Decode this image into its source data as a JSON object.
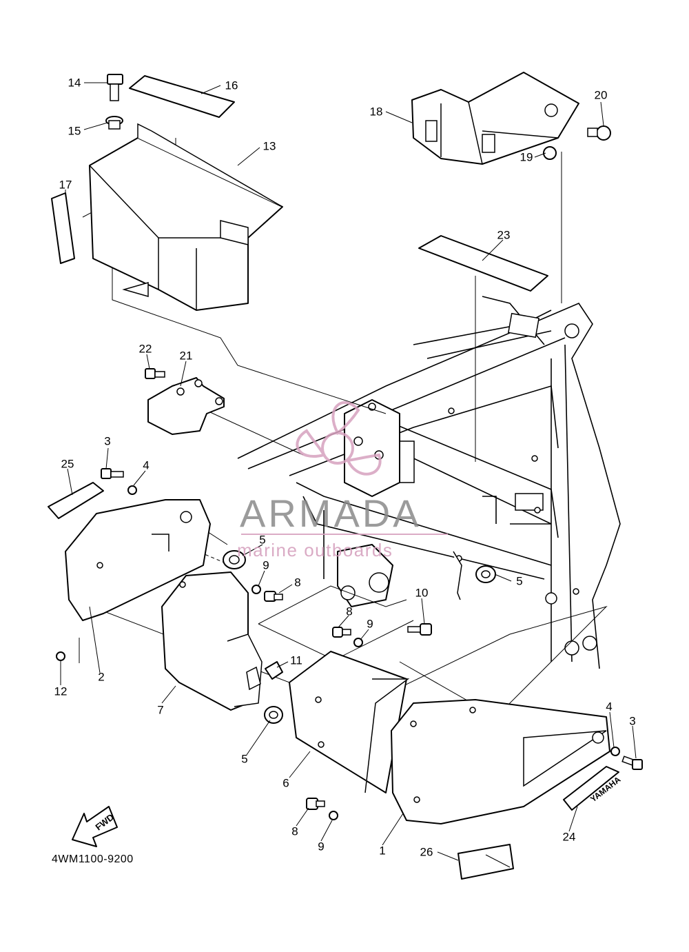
{
  "diagram": {
    "code": "4WM1100-9200",
    "fwd_label": "FWD",
    "emblem_text": "YAMAHA",
    "watermark": {
      "brand": "ARMADA",
      "tagline": "marine outboards",
      "brand_color": "#8a8a8a",
      "accent_color": "#d7a2bf"
    },
    "callouts": [
      {
        "id": "c14",
        "label": "14"
      },
      {
        "id": "c16",
        "label": "16"
      },
      {
        "id": "c15",
        "label": "15"
      },
      {
        "id": "c13",
        "label": "13"
      },
      {
        "id": "c17",
        "label": "17"
      },
      {
        "id": "c18",
        "label": "18"
      },
      {
        "id": "c20",
        "label": "20"
      },
      {
        "id": "c19",
        "label": "19"
      },
      {
        "id": "c23",
        "label": "23"
      },
      {
        "id": "c22",
        "label": "22"
      },
      {
        "id": "c21",
        "label": "21"
      },
      {
        "id": "c3a",
        "label": "3"
      },
      {
        "id": "c25",
        "label": "25"
      },
      {
        "id": "c4a",
        "label": "4"
      },
      {
        "id": "c5a",
        "label": "5"
      },
      {
        "id": "c9a",
        "label": "9"
      },
      {
        "id": "c8a",
        "label": "8"
      },
      {
        "id": "c5b",
        "label": "5"
      },
      {
        "id": "c10",
        "label": "10"
      },
      {
        "id": "c8b",
        "label": "8"
      },
      {
        "id": "c9b",
        "label": "9"
      },
      {
        "id": "c11",
        "label": "11"
      },
      {
        "id": "c12",
        "label": "12"
      },
      {
        "id": "c2",
        "label": "2"
      },
      {
        "id": "c7",
        "label": "7"
      },
      {
        "id": "c5c",
        "label": "5"
      },
      {
        "id": "c6",
        "label": "6"
      },
      {
        "id": "c4b",
        "label": "4"
      },
      {
        "id": "c3b",
        "label": "3"
      },
      {
        "id": "c24",
        "label": "24"
      },
      {
        "id": "c8c",
        "label": "8"
      },
      {
        "id": "c9c",
        "label": "9"
      },
      {
        "id": "c1",
        "label": "1"
      },
      {
        "id": "c26",
        "label": "26"
      }
    ]
  }
}
